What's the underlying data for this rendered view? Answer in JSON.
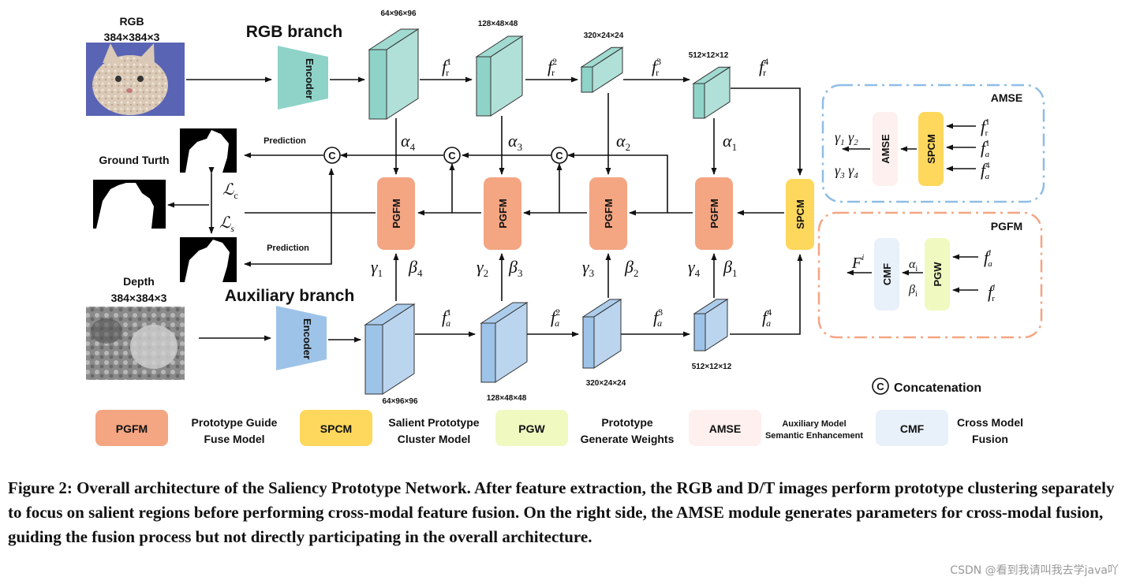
{
  "inputs": {
    "rgb_title": "RGB",
    "rgb_size": "384×384×3",
    "depth_title": "Depth",
    "depth_size": "384×384×3",
    "ground_truth": "Ground Turth",
    "prediction": "Prediction"
  },
  "branches": {
    "rgb": "RGB branch",
    "aux": "Auxiliary branch",
    "encoder": "Encoder"
  },
  "rgb_features": [
    {
      "dim": "64×96×96",
      "label": "f",
      "sub": "r",
      "sup": "1"
    },
    {
      "dim": "128×48×48",
      "label": "f",
      "sub": "r",
      "sup": "2"
    },
    {
      "dim": "320×24×24",
      "label": "f",
      "sub": "r",
      "sup": "3"
    },
    {
      "dim": "512×12×12",
      "label": "f",
      "sub": "r",
      "sup": "4"
    }
  ],
  "aux_features": [
    {
      "dim": "64×96×96",
      "label": "f",
      "sub": "a",
      "sup": "1"
    },
    {
      "dim": "128×48×48",
      "label": "f",
      "sub": "a",
      "sup": "2"
    },
    {
      "dim": "320×24×24",
      "label": "f",
      "sub": "a",
      "sup": "3"
    },
    {
      "dim": "512×12×12",
      "label": "f",
      "sub": "a",
      "sup": "4"
    }
  ],
  "modules": {
    "pgfm": "PGFM",
    "spcm": "SPCM",
    "amse": "AMSE",
    "pgw": "PGW",
    "cmf": "CMF"
  },
  "alphas": [
    "α4",
    "α3",
    "α2",
    "α1"
  ],
  "gammas": [
    "γ1",
    "γ2",
    "γ3",
    "γ4"
  ],
  "betas": [
    "β4",
    "β3",
    "β2",
    "β1"
  ],
  "losses": [
    "ℒc",
    "ℒs"
  ],
  "concat_symbol": "C",
  "amse_box": {
    "title": "AMSE",
    "outputs_top": "γ1 γ2",
    "outputs_bottom": "γ3 γ4",
    "inputs": [
      "f r 1",
      "f a 1",
      "f a 4"
    ]
  },
  "pgfm_box": {
    "title": "PGFM",
    "output": "F i",
    "alpha": "αi",
    "beta": "βi",
    "inputs": [
      "f a i",
      "f r i"
    ]
  },
  "concat_legend": "Concatenation",
  "legend": [
    {
      "abbr": "PGFM",
      "desc1": "Prototype Guide",
      "desc2": "Fuse Model",
      "color": "#f4a582"
    },
    {
      "abbr": "SPCM",
      "desc1": "Salient Prototype",
      "desc2": "Cluster Model",
      "color": "#fdd85d"
    },
    {
      "abbr": "PGW",
      "desc1": "Prototype",
      "desc2": "Generate Weights",
      "color": "#f0f9c0"
    },
    {
      "abbr": "AMSE",
      "desc1": "Auxiliary Model",
      "desc2": "Semantic Enhancement",
      "color": "#fdf0ee"
    },
    {
      "abbr": "CMF",
      "desc1": "Cross Model",
      "desc2": "Fusion",
      "color": "#e8f0fa"
    }
  ],
  "caption": "Figure 2: Overall architecture of the Saliency Prototype Network. After feature extraction, the RGB and D/T images perform prototype clustering separately to focus on salient regions before performing cross-modal feature fusion. On the right side, the AMSE module generates parameters for cross-modal fusion, guiding the fusion process but not directly participating in the overall architecture.",
  "watermark": "CSDN @看到我请叫我去学java吖",
  "colors": {
    "rgb_block": "#8fd3c8",
    "aux_block": "#9ec3e8",
    "pgfm": "#f4a582",
    "spcm": "#fdd85d",
    "amse_border": "#8fbde6",
    "pgfm_border": "#f4a582"
  }
}
